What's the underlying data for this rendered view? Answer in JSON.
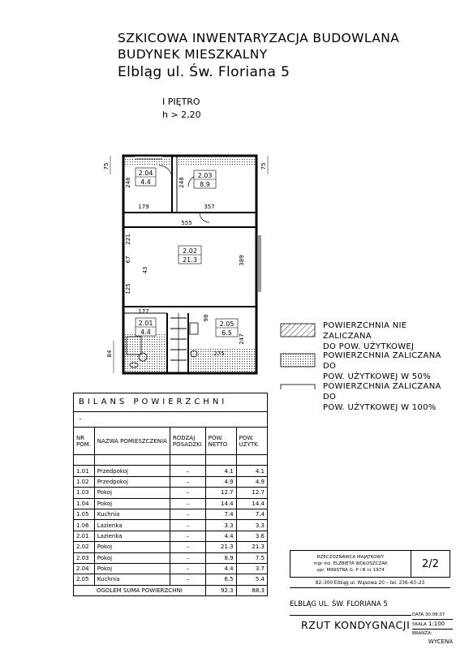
{
  "title": {
    "line1": "SZKICOWA INWENTARYZACJA BUDOWLANA",
    "line2": "BUDYNEK MIESZKALNY",
    "line3": "Elbląg ul. Św. Floriana 5"
  },
  "floor": {
    "name": "I PIĘTRO",
    "height": "h > 2,20"
  },
  "plan": {
    "rooms": [
      {
        "no": "2.04",
        "area": "4.4"
      },
      {
        "no": "2.03",
        "area": "8.9"
      },
      {
        "no": "2.02",
        "area": "21.3"
      },
      {
        "no": "2.01",
        "area": "4.4"
      },
      {
        "no": "2.05",
        "area": "6.5"
      }
    ],
    "dims": {
      "d75a": "75",
      "d75b": "75",
      "d246": "246",
      "d248": "248",
      "d179": "179",
      "d357": "357",
      "d555": "555",
      "d221": "221",
      "d67": "67",
      "d43": "43",
      "d125": "125",
      "d389": "389",
      "d177": "177",
      "d98": "98",
      "d247": "247",
      "d84": "84",
      "d275": "275"
    }
  },
  "legend": [
    {
      "line1": "POWIERZCHNIA NIE ZALICZANA",
      "line2": "DO POW. UŻYTKOWEJ"
    },
    {
      "line1": "POWIERZCHNIA ZALICZANA DO",
      "line2": "POW. UŻYTKOWEJ W 50%"
    },
    {
      "line1": "POWIERZCHNIA ZALICZANA DO",
      "line2": "POW. UŻYTKOWEJ W 100%"
    }
  ],
  "bilans": {
    "title": "BILANS POWIERZCHNI",
    "dash": "–",
    "headers": {
      "nr": [
        "NR",
        "POM."
      ],
      "name": "NAZWA POMIESZCZENIA",
      "rodzaj": [
        "RODZAJ",
        "POSADZKI"
      ],
      "netto": [
        "POW.",
        "NETTO"
      ],
      "uzytk": [
        "POW.",
        "UŻYTK."
      ]
    },
    "rows": [
      {
        "nr": "1.01",
        "name": "Przedpokoj",
        "rodzaj": "–",
        "netto": "4.1",
        "uzytk": "4.1"
      },
      {
        "nr": "1.02",
        "name": "Przedpokoj",
        "rodzaj": "–",
        "netto": "4.9",
        "uzytk": "4.9"
      },
      {
        "nr": "1.03",
        "name": "Pokoj",
        "rodzaj": "–",
        "netto": "12.7",
        "uzytk": "12.7"
      },
      {
        "nr": "1.04",
        "name": "Pokoj",
        "rodzaj": "–",
        "netto": "14.4",
        "uzytk": "14.4"
      },
      {
        "nr": "1.05",
        "name": "Kuchnia",
        "rodzaj": "–",
        "netto": "7.4",
        "uzytk": "7.4"
      },
      {
        "nr": "1.06",
        "name": "Lazienka",
        "rodzaj": "–",
        "netto": "3.3",
        "uzytk": "3.3"
      },
      {
        "nr": "2.01",
        "name": "Lazienka",
        "rodzaj": "–",
        "netto": "4.4",
        "uzytk": "3.6"
      },
      {
        "nr": "2.02",
        "name": "Pokoj",
        "rodzaj": "–",
        "netto": "21.3",
        "uzytk": "21.3"
      },
      {
        "nr": "2.03",
        "name": "Pokoj",
        "rodzaj": "–",
        "netto": "8.9",
        "uzytk": "7.5"
      },
      {
        "nr": "2.04",
        "name": "Pokoj",
        "rodzaj": "–",
        "netto": "4.4",
        "uzytk": "3.7"
      },
      {
        "nr": "2.05",
        "name": "Kuchnia",
        "rodzaj": "–",
        "netto": "6.5",
        "uzytk": "5.4"
      }
    ],
    "total": {
      "label": "OGOLEM SUMA POWIERZCHNI",
      "netto": "92.3",
      "uzytk": "88.3"
    }
  },
  "stamp": {
    "line1": "RZECZOZNAWCA MAJĄTKOWY",
    "line2": "mgr inż. ELŻBIETA WOŁOSZCZAK",
    "line3": "upr. MINISTRA G. P i B nr 1974",
    "address": "82–300 Elbląg ul. Wąsowa 20 – tel. 236–63–23"
  },
  "sheet": "2/2",
  "address_line": "ELBLĄG UL. ŚW. FLORIANA 5",
  "drawing_title": "RZUT KONDYGNACJI",
  "info": {
    "data_label": "DATA",
    "data_value": "30.08.07",
    "skala_label": "SKALA",
    "skala_value": "1:100",
    "branza_label": "BRANŻA:",
    "purpose": "WYCENA"
  }
}
